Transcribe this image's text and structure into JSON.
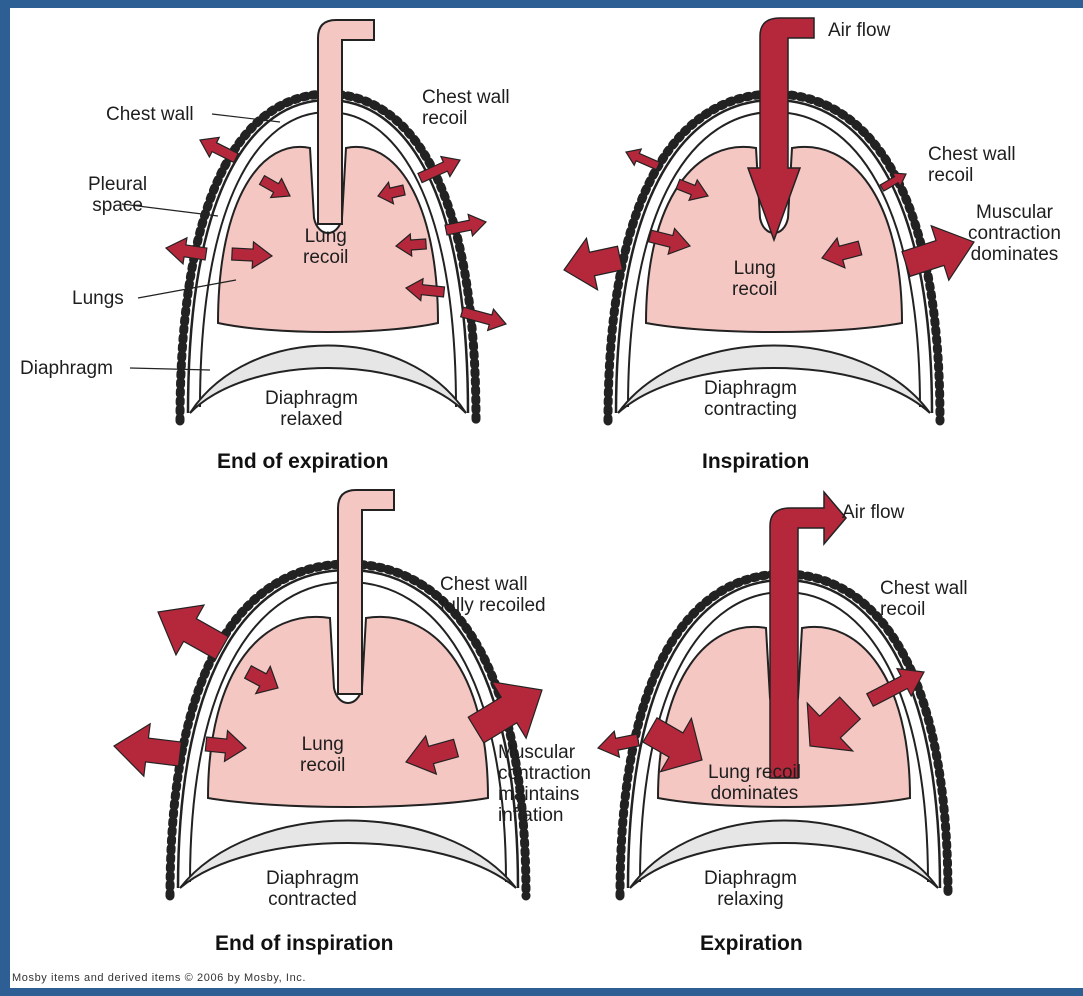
{
  "panels": [
    {
      "title": "End of expiration",
      "labels": {
        "chest_wall": "Chest wall",
        "chest_wall_recoil": "Chest wall\nrecoil",
        "pleural_space": "Pleural\nspace",
        "lungs": "Lungs",
        "diaphragm": "Diaphragm",
        "lung_recoil": "Lung\nrecoil",
        "diaphragm_state": "Diaphragm\nrelaxed"
      }
    },
    {
      "title": "Inspiration",
      "labels": {
        "air_flow": "Air flow",
        "chest_wall_recoil": "Chest wall\nrecoil",
        "muscular": "Muscular\ncontraction\ndominates",
        "lung_recoil": "Lung\nrecoil",
        "diaphragm_state": "Diaphragm\ncontracting"
      }
    },
    {
      "title": "End of inspiration",
      "labels": {
        "chest_wall": "Chest wall\nfully recoiled",
        "lung_recoil": "Lung\nrecoil",
        "muscular": "Muscular\ncontraction\nmaintains\ninflation",
        "diaphragm_state": "Diaphragm\ncontracted"
      }
    },
    {
      "title": "Expiration",
      "labels": {
        "air_flow": "Air flow",
        "chest_wall_recoil": "Chest wall\nrecoil",
        "lung_recoil": "Lung recoil\ndominates",
        "diaphragm_state": "Diaphragm\nrelaxing"
      }
    }
  ],
  "credit": "Mosby items and derived items © 2006 by Mosby, Inc.",
  "colors": {
    "background_frame": "#2e5f94",
    "lung_fill": "#f4c7c3",
    "arrow": "#b5283c",
    "outline": "#222222",
    "diaphragm_fill": "#e6e6e6"
  }
}
